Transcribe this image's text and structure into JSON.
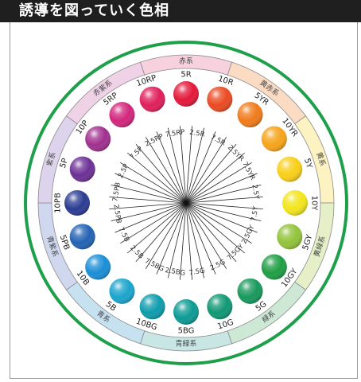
{
  "title": "誘導を図っていく色相",
  "wheel": {
    "groups": [
      {
        "label": "赤系",
        "color": "#f7d1dd"
      },
      {
        "label": "黄赤系",
        "color": "#fbdcc3"
      },
      {
        "label": "黄系",
        "color": "#fdf2c2"
      },
      {
        "label": "黄緑系",
        "color": "#e5f0c9"
      },
      {
        "label": "緑系",
        "color": "#cde9d6"
      },
      {
        "label": "青緑系",
        "color": "#c8e6e3"
      },
      {
        "label": "青系",
        "color": "#c6e2f1"
      },
      {
        "label": "青紫系",
        "color": "#cfd8ee"
      },
      {
        "label": "紫系",
        "color": "#ddd3ec"
      },
      {
        "label": "赤紫系",
        "color": "#efd2e6"
      }
    ],
    "hues": [
      {
        "label": "5R",
        "color": "#e4183a"
      },
      {
        "label": "10R",
        "color": "#ea4a22"
      },
      {
        "label": "5YR",
        "color": "#f07a1a"
      },
      {
        "label": "10YR",
        "color": "#f6a41a"
      },
      {
        "label": "5Y",
        "color": "#f8cf18"
      },
      {
        "label": "10Y",
        "color": "#f2e51c"
      },
      {
        "label": "5GY",
        "color": "#92c33a"
      },
      {
        "label": "10GY",
        "color": "#1e9e44"
      },
      {
        "label": "5G",
        "color": "#17985c"
      },
      {
        "label": "10G",
        "color": "#109874"
      },
      {
        "label": "5BG",
        "color": "#0d9a94"
      },
      {
        "label": "10BG",
        "color": "#0d9cac"
      },
      {
        "label": "5B",
        "color": "#1aa4cc"
      },
      {
        "label": "10B",
        "color": "#1a8ed6"
      },
      {
        "label": "5PB",
        "color": "#2362b4"
      },
      {
        "label": "10PB",
        "color": "#2a3c92"
      },
      {
        "label": "5P",
        "color": "#6c3096"
      },
      {
        "label": "10P",
        "color": "#a0308e"
      },
      {
        "label": "5RP",
        "color": "#d2267c"
      },
      {
        "label": "10RP",
        "color": "#e01e5a"
      }
    ],
    "inner_labels": [
      "2.5R",
      "7.5R",
      "2.5YR",
      "7.5YR",
      "2.5Y",
      "7.5Y",
      "2.5GY",
      "7.5GY",
      "2.5G",
      "7.5G",
      "2.5BG",
      "7.5BG",
      "2.5B",
      "7.5B",
      "2.5PB",
      "7.5PB",
      "2.5P",
      "7.5P",
      "2.5RP",
      "7.5RP"
    ],
    "ring_color": "#1ea04a"
  }
}
